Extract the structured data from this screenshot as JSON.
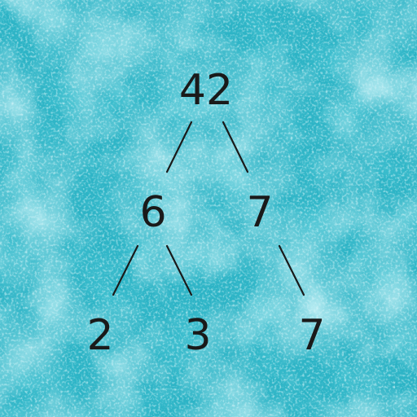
{
  "colors": {
    "background": "#2db4c6",
    "texture_light": "#7fd8e6",
    "texture_dark": "#1795aa",
    "ink": "#1a1a1a"
  },
  "tree": {
    "root": {
      "label": "42"
    },
    "left": {
      "label": "6"
    },
    "right": {
      "label": "7"
    },
    "left_left": {
      "label": "2"
    },
    "left_right": {
      "label": "3"
    },
    "right_child": {
      "label": "7"
    }
  }
}
